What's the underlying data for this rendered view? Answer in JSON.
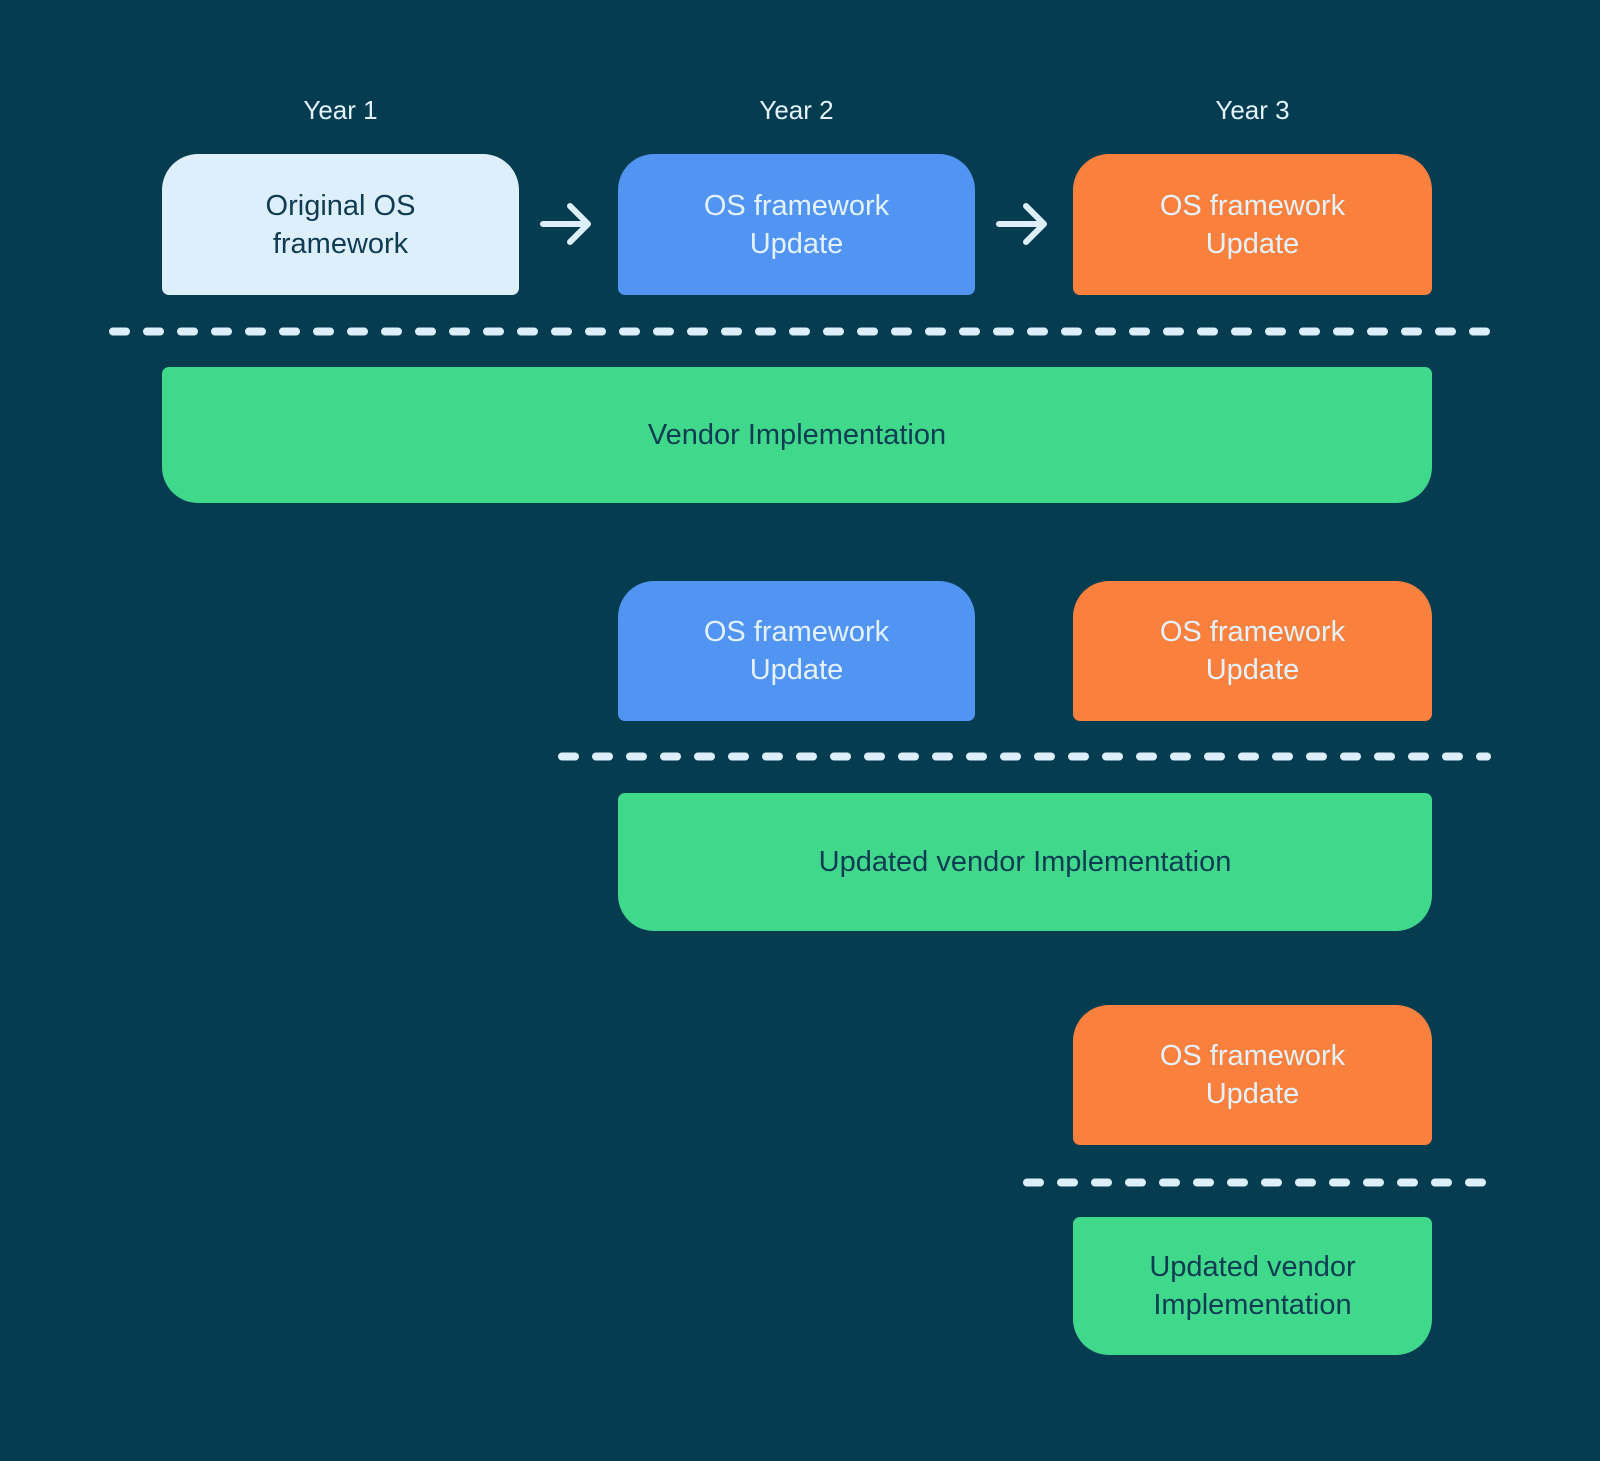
{
  "diagram": {
    "years": [
      "Year 1",
      "Year 2",
      "Year 3"
    ],
    "colors": {
      "background": "#053C50",
      "original_framework_box": "#DCEFFB",
      "year2_update_box": "#5194F2",
      "year3_update_box": "#F9813D",
      "implementation_box": "#40D98C",
      "dashed_line": "#DCEFFB",
      "arrow": "#DCEFFB",
      "light_text": "#E3F2FD",
      "dark_text": "#0F3C52"
    },
    "rows": [
      {
        "os_boxes": [
          {
            "label": "Original OS\nframework",
            "color": "#DCEFFB"
          },
          {
            "label": "OS framework\nUpdate",
            "color": "#5194F2"
          },
          {
            "label": "OS framework\nUpdate",
            "color": "#F9813D"
          }
        ],
        "implementation": {
          "label": "Vendor Implementation",
          "color": "#40D98C"
        }
      },
      {
        "os_boxes": [
          {
            "label": "OS framework\nUpdate",
            "color": "#5194F2"
          },
          {
            "label": "OS framework\nUpdate",
            "color": "#F9813D"
          }
        ],
        "implementation": {
          "label": "Updated vendor Implementation",
          "color": "#40D98C"
        }
      },
      {
        "os_boxes": [
          {
            "label": "OS framework\nUpdate",
            "color": "#F9813D"
          }
        ],
        "implementation": {
          "label": "Updated vendor\nImplementation",
          "color": "#40D98C"
        }
      }
    ]
  }
}
